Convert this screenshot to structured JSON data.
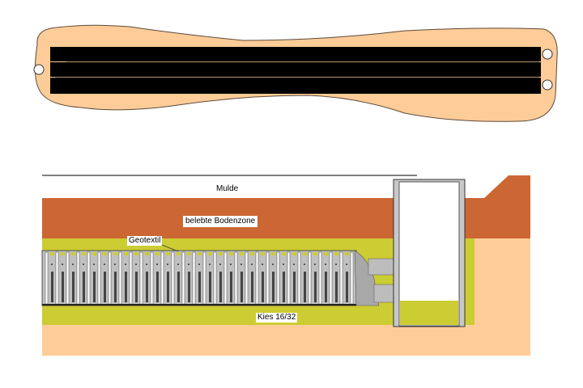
{
  "labels": {
    "swale": "Mulde",
    "topsoil": "belebte Bodenzone",
    "geotextile": "Geotextil",
    "gravel": "Kies 16/32"
  },
  "colors": {
    "peach": "#fecc98",
    "topsoil": "#cc6633",
    "gravel": "#cccc33",
    "module": "#c0c0c0",
    "pipe": "#bdbdbd",
    "black": "#000000",
    "divider": "#a08060"
  }
}
